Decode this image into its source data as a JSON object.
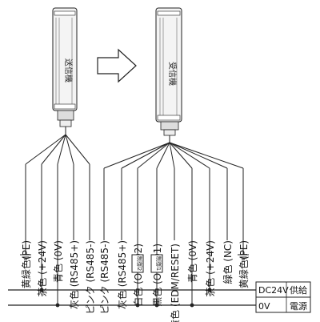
{
  "transmitter": {
    "label": "送信機"
  },
  "receiver": {
    "label": "受信機"
  },
  "transmitter_wires": [
    {
      "label": "黄緑色(PE)",
      "ground": true
    },
    {
      "label": "茶色 (+24V)"
    },
    {
      "label": "青色 (0V)"
    },
    {
      "label": "灰色 (RS485+)"
    },
    {
      "label": "ピンク (RS485-)"
    }
  ],
  "receiver_wires": [
    {
      "label": "ピンク (RS485-)"
    },
    {
      "label": "灰色 (RS485+)"
    },
    {
      "label": "白色 (OSSD2)"
    },
    {
      "label": "黒色 (OSSD1)"
    },
    {
      "label": "黄色 (EDM/RESET)"
    },
    {
      "label": "青色 (0V)"
    },
    {
      "label": "茶色 (+24V)"
    },
    {
      "label": "緑色 (NC)"
    },
    {
      "label": "黄緑色(PE)",
      "ground": true
    }
  ],
  "control_boxes": [
    {
      "label": "制御2"
    },
    {
      "label": "制御1"
    }
  ],
  "power_supply": {
    "voltage_label": "DC24V",
    "zero_label": "0V",
    "supply_label": "供給",
    "source_label": "電源"
  },
  "colors": {
    "line": "#222222",
    "unit_fill": "#f4f4f4",
    "arrow_fill": "#ffffff"
  }
}
